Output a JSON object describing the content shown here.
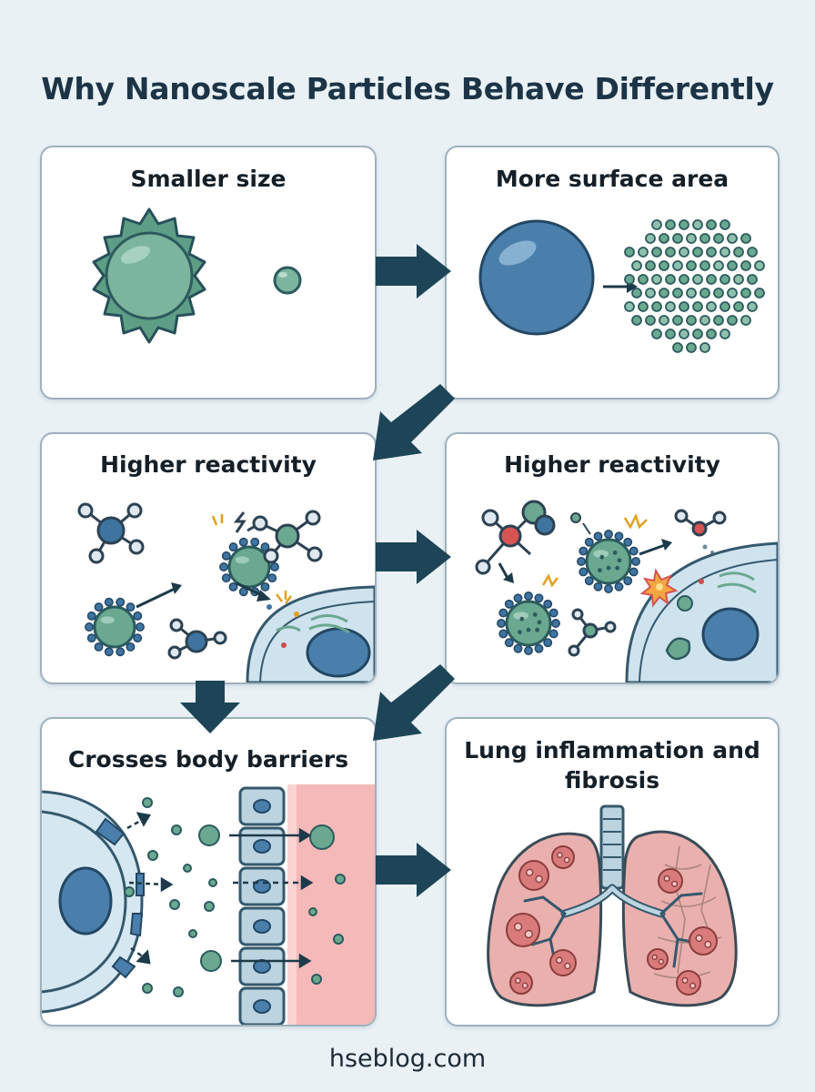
{
  "title": "Why Nanoscale Particles Behave Differently",
  "cards": [
    {
      "label": "Smaller size"
    },
    {
      "label": "More surface area"
    },
    {
      "label": "Higher reactivity"
    },
    {
      "label": "Higher reactivity"
    },
    {
      "label": "Crosses body barriers"
    },
    {
      "label": "Lung inflammation and fibrosis"
    }
  ],
  "footer": "hseblog.com",
  "colors": {
    "background": "#e9f1f5",
    "card_border": "#9db2bc",
    "arrow": "#1d4557",
    "green_particle": "#6aa890",
    "blue_particle": "#3f74a1",
    "lung": "#e8aaa8"
  }
}
